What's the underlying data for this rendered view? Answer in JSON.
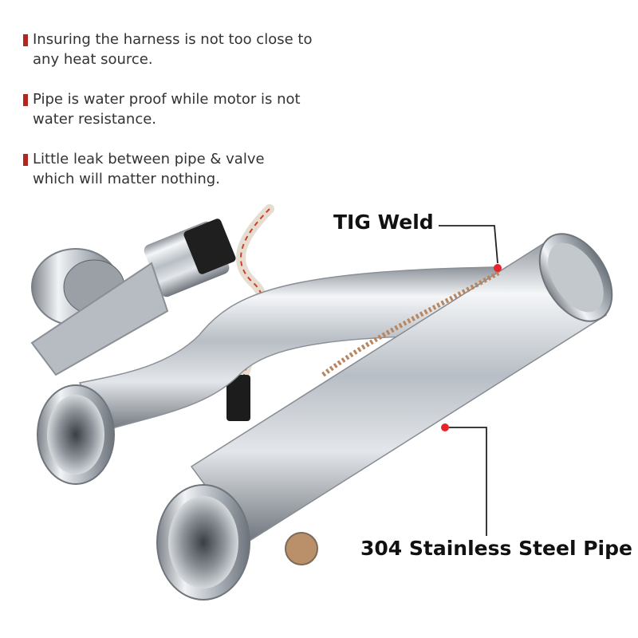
{
  "notes": [
    {
      "lines": [
        "Insuring the harness is not too close to",
        "any heat source."
      ]
    },
    {
      "lines": [
        "Pipe is water proof while motor is not",
        "water resistance."
      ]
    },
    {
      "lines": [
        "Little leak between pipe & valve",
        "which will matter nothing."
      ]
    }
  ],
  "callouts": {
    "tig_weld": "TIG Weld",
    "steel_pipe": "304 Stainless Steel Pipe"
  },
  "colors": {
    "bullet": "#b3261e",
    "marker": "#e8242b",
    "steel": "#c9cdd2"
  }
}
